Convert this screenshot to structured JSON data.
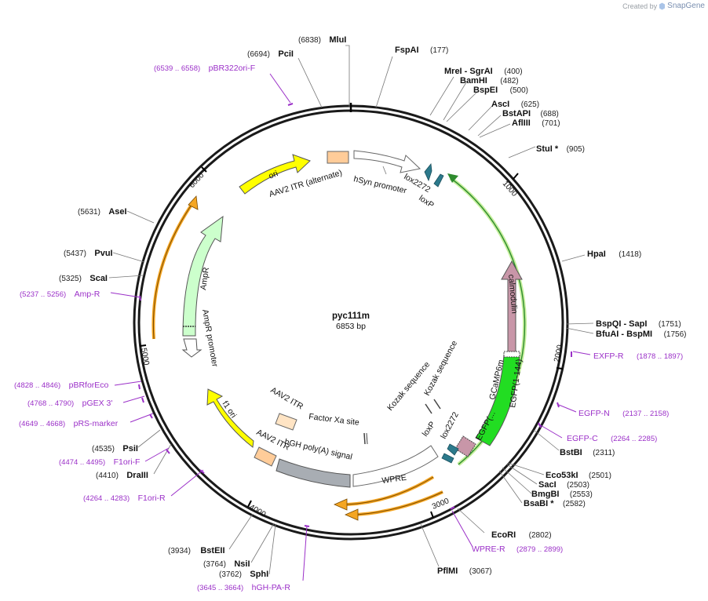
{
  "app": {
    "credit_prefix": "Created by",
    "credit_brand": "SnapGene"
  },
  "plasmid": {
    "name": "pyc111m",
    "size_label": "6853 bp",
    "length": 6853
  },
  "ticks": [
    "1000",
    "2000",
    "3000",
    "4000",
    "5000",
    "6000"
  ],
  "enzymes": [
    {
      "name": "MluI",
      "pos": "(6838)"
    },
    {
      "name": "PciI",
      "pos": "(6694)"
    },
    {
      "name": "FspAI",
      "pos": "(177)"
    },
    {
      "name": "MreI  - SgrAI",
      "pos": "(400)"
    },
    {
      "name": "BamHI",
      "pos": "(482)"
    },
    {
      "name": "BspEI",
      "pos": "(500)"
    },
    {
      "name": "AscI",
      "pos": "(625)"
    },
    {
      "name": "BstAPI",
      "pos": "(688)"
    },
    {
      "name": "AflIII",
      "pos": "(701)"
    },
    {
      "name": "StuI *",
      "pos": "(905)"
    },
    {
      "name": "HpaI",
      "pos": "(1418)"
    },
    {
      "name": "BspQI  - SapI",
      "pos": "(1751)"
    },
    {
      "name": "BfuAI  - BspMI",
      "pos": "(1756)"
    },
    {
      "name": "BstBI",
      "pos": "(2311)"
    },
    {
      "name": "Eco53kI",
      "pos": "(2501)"
    },
    {
      "name": "SacI",
      "pos": "(2503)"
    },
    {
      "name": "BmgBI",
      "pos": "(2553)"
    },
    {
      "name": "BsaBI *",
      "pos": "(2582)"
    },
    {
      "name": "EcoRI",
      "pos": "(2802)"
    },
    {
      "name": "PflMI",
      "pos": "(3067)"
    },
    {
      "name": "BstEII",
      "pos": "(3934)"
    },
    {
      "name": "NsiI",
      "pos": "(3764)"
    },
    {
      "name": "SphI",
      "pos": "(3762)"
    },
    {
      "name": "DraIII",
      "pos": "(4410)"
    },
    {
      "name": "PsiI",
      "pos": "(4535)"
    },
    {
      "name": "ScaI",
      "pos": "(5325)"
    },
    {
      "name": "PvuI",
      "pos": "(5437)"
    },
    {
      "name": "AseI",
      "pos": "(5631)"
    }
  ],
  "primers": [
    {
      "name": "pBR322ori-F",
      "range": "(6539 .. 6558)"
    },
    {
      "name": "Amp-R",
      "range": "(5237 .. 5256)"
    },
    {
      "name": "pBRforEco",
      "range": "(4828 .. 4846)"
    },
    {
      "name": "pGEX 3'",
      "range": "(4768 .. 4790)"
    },
    {
      "name": "pRS-marker",
      "range": "(4649 .. 4668)"
    },
    {
      "name": "F1ori-F",
      "range": "(4474 .. 4495)"
    },
    {
      "name": "F1ori-R",
      "range": "(4264 .. 4283)"
    },
    {
      "name": "hGH-PA-R",
      "range": "(3645 .. 3664)"
    },
    {
      "name": "WPRE-R",
      "range": "(2879 .. 2899)"
    },
    {
      "name": "EXFP-R",
      "range": "(1878 .. 1897)"
    },
    {
      "name": "EGFP-N",
      "range": "(2137 .. 2158)"
    },
    {
      "name": "EGFP-C",
      "range": "(2264 .. 2285)"
    }
  ],
  "features": {
    "ori": "ori",
    "aav2_itr_alt": "AAV2 ITR (alternate)",
    "hsyn": "hSyn promoter",
    "lox2272_top": "lox2272",
    "loxp_top": "loxP",
    "calmodulin": "calmodulin",
    "egfp": "EGFP(1-144)",
    "gcamp": "GCaMP6m",
    "egfp2": "EGFP(...",
    "lox2272_bottom": "lox2272",
    "loxp_bottom": "loxP",
    "kozak1": "Kozak sequence",
    "kozak2": "Kozak sequence",
    "wpre": "WPRE",
    "factor_xa": "Factor Xa site",
    "hgh": "hGH poly(A) signal",
    "aav2_itr_1": "AAV2 ITR",
    "aav2_itr_2": "AAV2 ITR",
    "f1ori": "f1 ori",
    "ampr": "AmpR",
    "ampr_promoter": "AmpR promoter"
  },
  "colors": {
    "ori": "#ffff00",
    "f1ori": "#ffff00",
    "ampr": "#ccffcc",
    "egfp": "#22dd22",
    "calmodulin": "#c896a8",
    "itr": "#ffcc99",
    "itr_light": "#ffe4c4",
    "lox": "#2c7a8c",
    "hgh": "#a8adb3",
    "orf": "#f5a623",
    "primer": "#9b30c8",
    "highlight": "#c6ef9c"
  }
}
